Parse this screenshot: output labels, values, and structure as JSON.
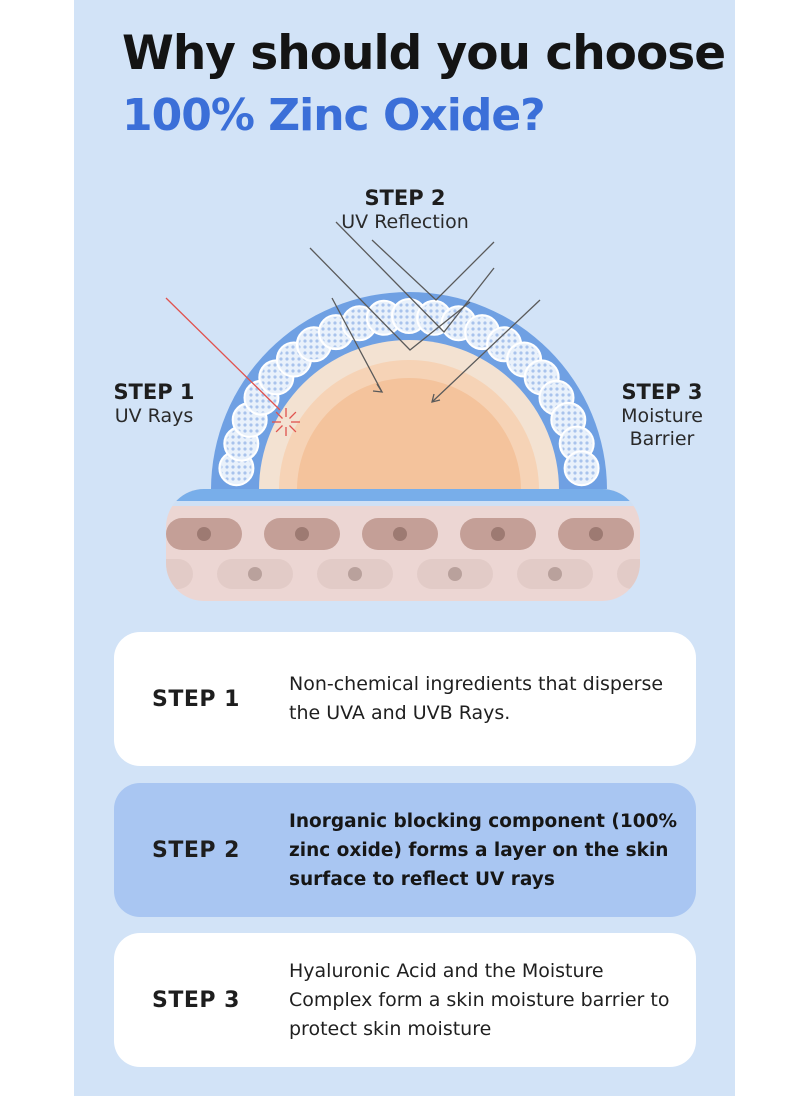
{
  "header": {
    "line1": "Why should you choose",
    "line2": "100% Zinc Oxide?"
  },
  "diagram": {
    "step1": {
      "step": "STEP 1",
      "desc": "UV Rays"
    },
    "step2": {
      "step": "STEP 2",
      "desc": "UV Reflection"
    },
    "step3": {
      "step": "STEP 3",
      "desc_line1": "Moisture",
      "desc_line2": "Barrier"
    }
  },
  "cards": [
    {
      "step": "STEP 1",
      "text": "Non-chemical ingredients that disperse the UVA and UVB Rays."
    },
    {
      "step": "STEP 2",
      "text": "Inorganic blocking component (100% zinc oxide) forms a layer on the skin surface to reflect UV rays"
    },
    {
      "step": "STEP 3",
      "text": "Hyaluronic Acid and the Moisture Complex form a skin moisture barrier to protect skin moisture"
    }
  ],
  "colors": {
    "background": "#d2e3f7",
    "accent_blue": "#3b6fd8",
    "highlight_card": "#a9c6f2",
    "zinc_layer": "#6fa0e3",
    "uv_ray": "#e0534f"
  }
}
